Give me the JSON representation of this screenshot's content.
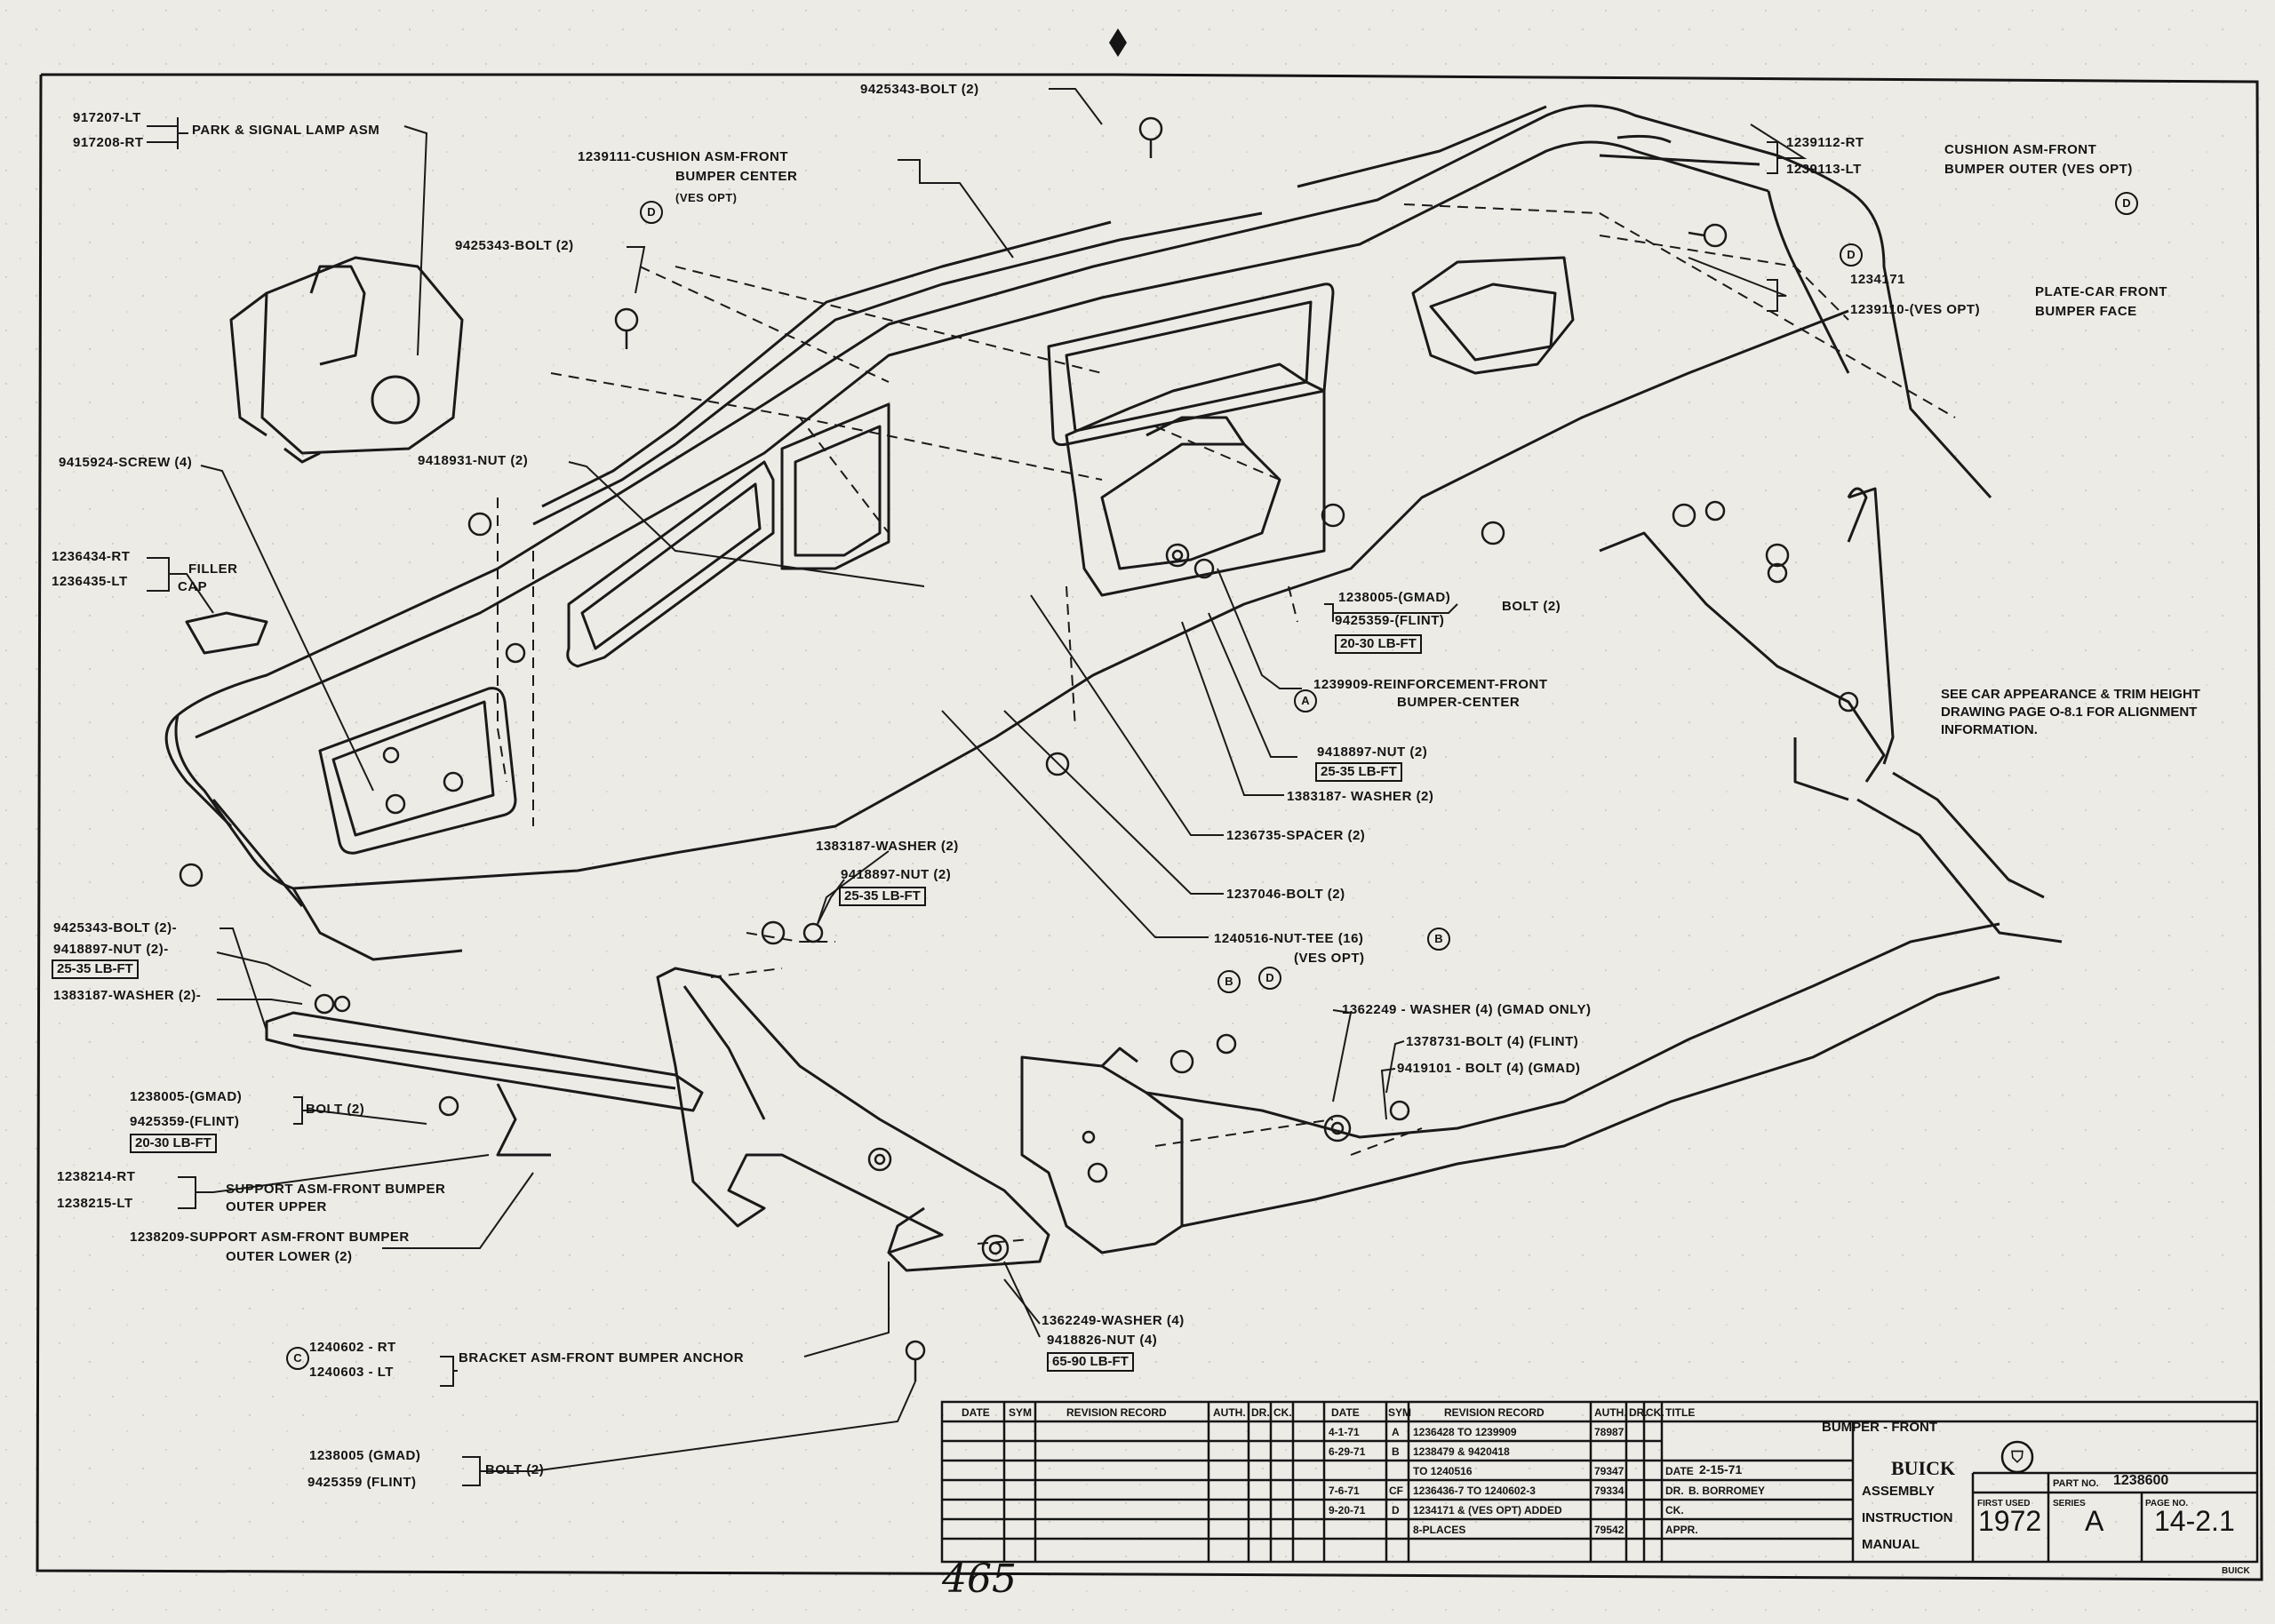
{
  "drawing": {
    "parts": {
      "park_lamp": {
        "lt": "917207-LT",
        "rt": "917208-RT",
        "desc": "PARK & SIGNAL LAMP ASM"
      },
      "bolt_top": "9425343-BOLT (2)",
      "cushion_center": {
        "line1": "1239111-CUSHION ASM-FRONT",
        "line2": "BUMPER CENTER",
        "line3": "(VES OPT)",
        "circle": "D"
      },
      "cushion_outer": {
        "rt": "1239112-RT",
        "lt": "1239113-LT",
        "line1": "CUSHION ASM-FRONT",
        "line2": "BUMPER OUTER (VES OPT)",
        "circle": "D"
      },
      "bolt_left_upper": {
        "text": "9425343-BOLT (2)",
        "circle": "D"
      },
      "plate": {
        "a": "1234171",
        "b": "1239110-(VES OPT)",
        "line1": "PLATE-CAR FRONT",
        "line2": "BUMPER FACE",
        "circle": "D"
      },
      "screw": "9415924-SCREW (4)",
      "nut_upper": "9418931-NUT (2)",
      "filler_cap": {
        "rt": "1236434-RT",
        "lt": "1236435-LT",
        "line1": "FILLER",
        "line2": "CAP"
      },
      "bolt_center": {
        "a": "1238005-(GMAD)",
        "b": "9425359-(FLINT)",
        "suffix": "BOLT (2)",
        "torque": "20-30 LB-FT"
      },
      "reinforcement": {
        "line1": "1239909-REINFORCEMENT-FRONT",
        "line2": "BUMPER-CENTER",
        "circle": "A"
      },
      "nut_center": {
        "text": "9418897-NUT (2)",
        "torque": "25-35 LB-FT"
      },
      "washer_center": "1383187- WASHER (2)",
      "spacer": "1236735-SPACER (2)",
      "bolt_1237046": "1237046-BOLT (2)",
      "nut_tee": {
        "line1": "1240516-NUT-TEE (16)",
        "line2": "(VES OPT)",
        "circle1": "B",
        "circle2": "B",
        "circle3": "D"
      },
      "washer_mid": "1383187-WASHER (2)",
      "nut_mid": {
        "text": "9418897-NUT (2)",
        "torque": "25-35 LB-FT"
      },
      "left_group": {
        "bolt": "9425343-BOLT (2)-",
        "nut": "9418897-NUT (2)-",
        "torque": "25-35 LB-FT",
        "washer": "1383187-WASHER (2)-"
      },
      "bolt_left_lower": {
        "a": "1238005-(GMAD)",
        "b": "9425359-(FLINT)",
        "suffix": "BOLT (2)",
        "torque": "20-30 LB-FT"
      },
      "support_upper": {
        "rt": "1238214-RT",
        "lt": "1238215-LT",
        "line1": "SUPPORT ASM-FRONT BUMPER",
        "line2": "OUTER UPPER"
      },
      "support_lower": {
        "line1": "1238209-SUPPORT ASM-FRONT BUMPER",
        "line2": "OUTER LOWER (2)"
      },
      "washer_gmad": "1362249 - WASHER (4) (GMAD ONLY)",
      "bolt_flint": "1378731-BOLT (4) (FLINT)",
      "bolt_gmad": "9419101 - BOLT (4) (GMAD)",
      "washer_lower": "1362249-WASHER (4)",
      "nut_lower": {
        "text": "9418826-NUT (4)",
        "torque": "65-90 LB-FT"
      },
      "bracket": {
        "rt": "1240602 - RT",
        "lt": "1240603 - LT",
        "desc": "BRACKET ASM-FRONT BUMPER ANCHOR",
        "circle": "C"
      },
      "bolt_bottom": {
        "a": "1238005 (GMAD)",
        "b": "9425359 (FLINT)",
        "suffix": "BOLT (2)"
      }
    },
    "note": [
      "SEE CAR APPEARANCE & TRIM HEIGHT",
      "DRAWING PAGE O-8.1 FOR ALIGNMENT",
      "INFORMATION."
    ]
  },
  "title_block": {
    "left_headers": [
      "DATE",
      "SYM",
      "REVISION RECORD",
      "AUTH.",
      "DR.",
      "CK."
    ],
    "right_headers": [
      "DATE",
      "SYM",
      "REVISION RECORD",
      "AUTH.",
      "DR.",
      "CK.",
      "TITLE"
    ],
    "revisions": [
      {
        "date": "4-1-71",
        "sym": "A",
        "record": "1236428 TO 1239909",
        "auth": "78987"
      },
      {
        "date": "6-29-71",
        "sym": "B",
        "record": "1238479 & 9420418",
        "auth": ""
      },
      {
        "date": "",
        "sym": "",
        "record": "TO 1240516",
        "auth": "79347"
      },
      {
        "date": "7-6-71",
        "sym": "CF",
        "record": "1236436-7 TO 1240602-3",
        "auth": "79334"
      },
      {
        "date": "9-20-71",
        "sym": "D",
        "record": "1234171 & (VES OPT) ADDED",
        "auth": ""
      },
      {
        "date": "",
        "sym": "",
        "record": "8-PLACES",
        "auth": "79542"
      }
    ],
    "title": "BUMPER - FRONT",
    "date_label": "DATE",
    "date_value": "2-15-71",
    "dr_label": "DR.",
    "dr_value": "B. BORROMEY",
    "ck_label": "CK.",
    "appr_label": "APPR.",
    "brand": "BUICK",
    "manual": [
      "ASSEMBLY",
      "INSTRUCTION",
      "MANUAL"
    ],
    "part_no_label": "PART NO.",
    "part_no": "1238600",
    "first_used_label": "FIRST USED",
    "first_used": "1972",
    "series_label": "SERIES",
    "series": "A",
    "page_no_label": "PAGE NO.",
    "page_no": "14-2.1"
  },
  "page_number_handwritten": "465",
  "footer_tag": "BUICK"
}
